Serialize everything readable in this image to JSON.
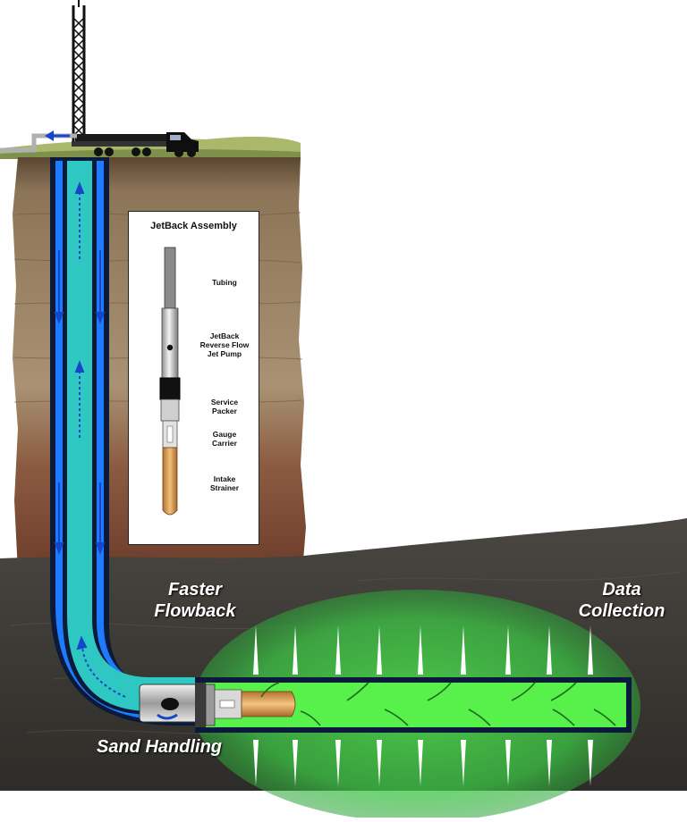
{
  "assembly": {
    "title": "JetBack Assembly",
    "components": [
      {
        "lines": [
          "Tubing"
        ]
      },
      {
        "lines": [
          "JetBack",
          "Reverse Flow",
          "Jet Pump"
        ]
      },
      {
        "lines": [
          "Service",
          "Packer"
        ]
      },
      {
        "lines": [
          "Gauge",
          "Carrier"
        ]
      },
      {
        "lines": [
          "Intake",
          "Strainer"
        ]
      }
    ]
  },
  "callouts": {
    "faster_flowback": [
      "Faster",
      "Flowback"
    ],
    "data_collection": [
      "Data",
      "Collection"
    ],
    "sand_handling": [
      "Sand Handling"
    ]
  },
  "colors": {
    "sky": "#ffffff",
    "grass": "#a9b86a",
    "rock_light": "#a08a68",
    "rock_red": "#7a4a36",
    "shale": "#3f3c37",
    "casing_outer": "#0b1a3a",
    "annulus_blue": "#1e7bff",
    "tubing_teal": "#2fc7c2",
    "flow_arrow": "#1746c8",
    "frac_zone": "#46d14a",
    "lateral_green": "#58f04a",
    "strainer_orange": "#d89a4a"
  }
}
